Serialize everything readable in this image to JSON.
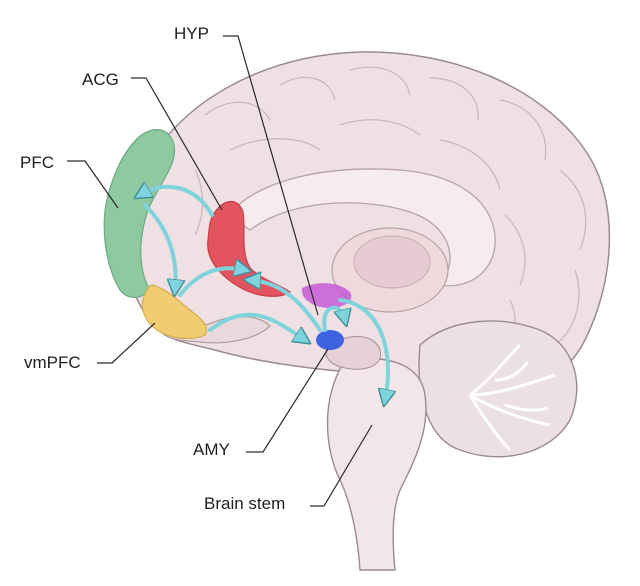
{
  "labels": {
    "hyp": "HYP",
    "acg": "ACG",
    "pfc": "PFC",
    "vmpfc": "vmPFC",
    "amy": "AMY",
    "brain_stem": "Brain stem"
  },
  "colors": {
    "pfc": "#8fc9a0",
    "vmpfc": "#f1cd72",
    "acg": "#e2555f",
    "hyp": "#c65ad6",
    "amy": "#3f63e0",
    "arrow": "#7fd3dd",
    "brain": "#efe1e3",
    "brain_shadow": "#d9c3c8"
  }
}
